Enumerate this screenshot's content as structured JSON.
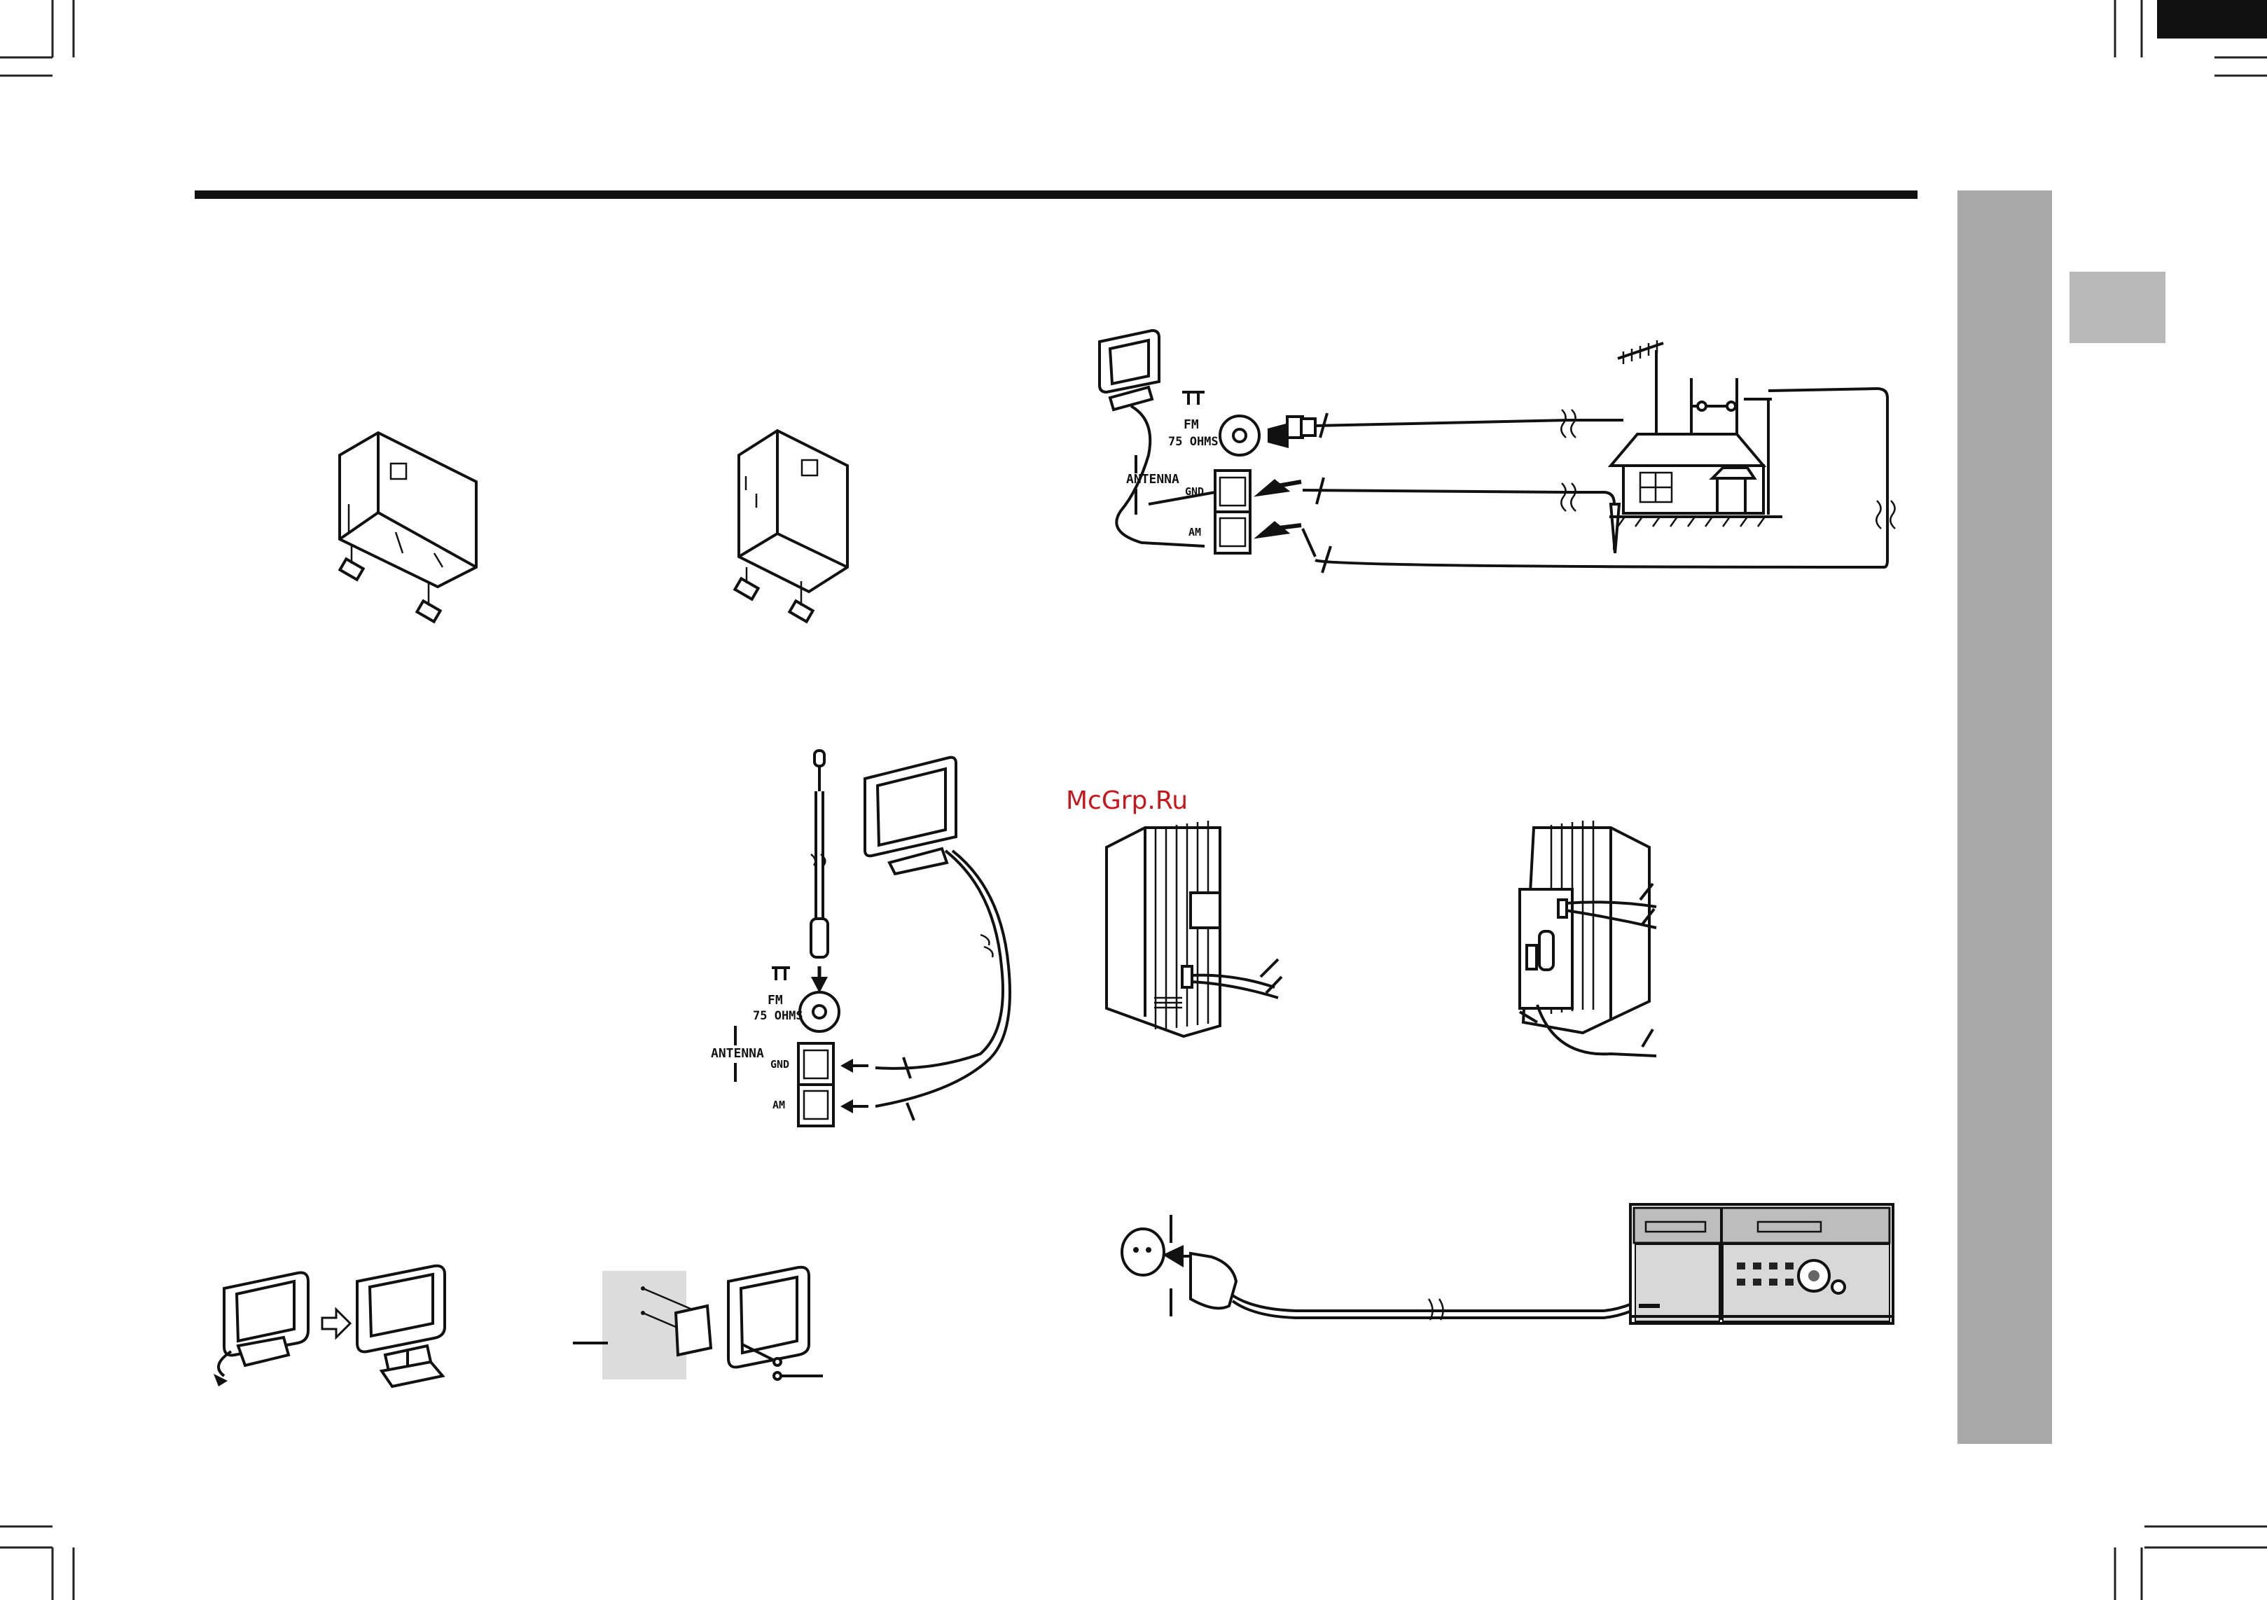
{
  "labels": {
    "fm": "FM",
    "ohms": "75 OHMS",
    "antenna": "ANTENNA",
    "gnd": "GND",
    "am": "AM"
  },
  "watermark": "McGrp.Ru",
  "colors": {
    "ink": "#111111",
    "side_tab": "#a8a8a8",
    "side_tab_light": "#b9b9b9",
    "watermark": "#c8161d"
  }
}
